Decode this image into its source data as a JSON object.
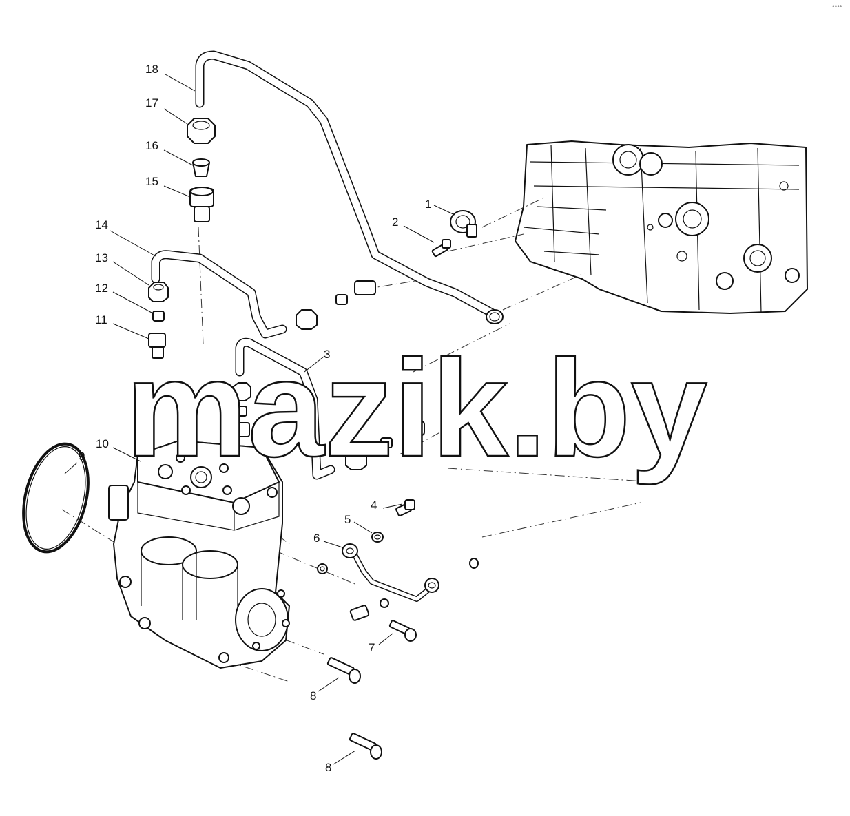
{
  "watermark": "mazik.by",
  "corner_mark": "°°°°",
  "callouts": [
    {
      "id": "c1",
      "label": "1"
    },
    {
      "id": "c2",
      "label": "2"
    },
    {
      "id": "c3",
      "label": "3"
    },
    {
      "id": "c4",
      "label": "4"
    },
    {
      "id": "c5",
      "label": "5"
    },
    {
      "id": "c6",
      "label": "6"
    },
    {
      "id": "c7",
      "label": "7"
    },
    {
      "id": "c8a",
      "label": "8"
    },
    {
      "id": "c8b",
      "label": "8"
    },
    {
      "id": "c9",
      "label": "9"
    },
    {
      "id": "c10",
      "label": "10"
    },
    {
      "id": "c11",
      "label": "11"
    },
    {
      "id": "c12",
      "label": "12"
    },
    {
      "id": "c13",
      "label": "13"
    },
    {
      "id": "c14",
      "label": "14"
    },
    {
      "id": "c15",
      "label": "15"
    },
    {
      "id": "c16",
      "label": "16"
    },
    {
      "id": "c17",
      "label": "17"
    },
    {
      "id": "c18",
      "label": "18"
    }
  ]
}
